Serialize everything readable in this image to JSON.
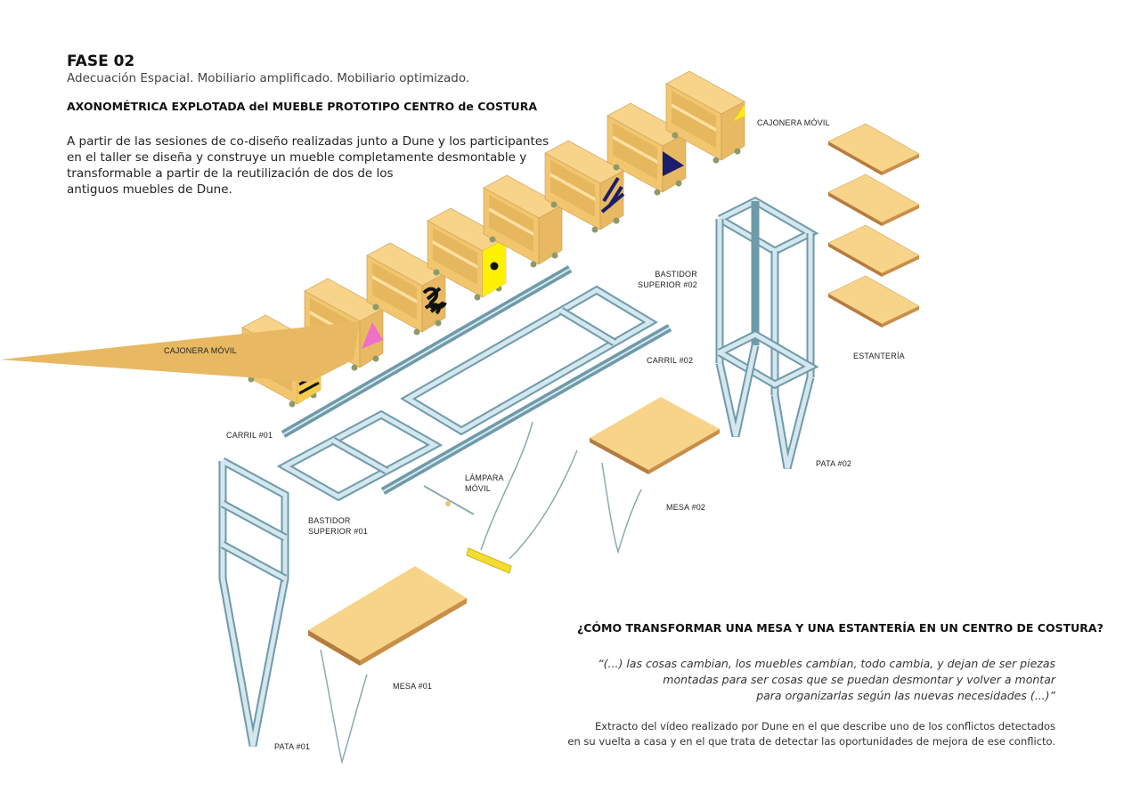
{
  "header": {
    "phase": "FASE 02",
    "subtitle": "Adecuación Espacial. Mobiliario amplificado. Mobiliario optimizado.",
    "heading": "AXONOMÉTRICA EXPLOTADA del MUEBLE PROTOTIPO CENTRO de COSTURA",
    "intro": [
      "A partir de las sesiones de co-diseño realizadas junto a Dune y los participantes",
      "en el taller se diseña y construye un mueble completamente desmontable y",
      "transformable a partir de la reutilización de dos de los",
      "antiguos muebles de Dune."
    ]
  },
  "labels": {
    "cajonera_top": "CAJONERA MÓVIL",
    "cajonera_left": "CAJONERA MÓVIL",
    "bastidor_02": [
      "BASTIDOR",
      "SUPERIOR #02"
    ],
    "carril_02": "CARRIL #02",
    "estanteria": "ESTANTERÍA",
    "carril_01": "CARRIL #01",
    "pata_02": "PATA #02",
    "lampara": [
      "LÁMPARA",
      "MÓVIL"
    ],
    "mesa_02": "MESA #02",
    "bastidor_01": [
      "BASTIDOR",
      "SUPERIOR #01"
    ],
    "mesa_01": "MESA #01",
    "pata_01": "PATA #01"
  },
  "bottom": {
    "question": "¿CÓMO TRANSFORMAR UNA MESA Y UNA ESTANTERÍA EN UN CENTRO DE COSTURA?",
    "quote": [
      "“(...) las cosas cambian, los muebles cambian, todo cambia, y dejan de ser piezas",
      "montadas para ser cosas que se puedan desmontar y volver a montar",
      "para organizarlas según las nuevas necesidades (...)”"
    ],
    "caption": [
      "Extracto del vídeo realizado por Dune en el que describe uno de los conflictos detectados",
      "en su vuelta a casa y en el que trata de detectar las oportunidades de mejora de ese conflicto."
    ]
  },
  "colors": {
    "wood_top": "#f7d489",
    "wood_front": "#f1c66f",
    "wood_side": "#e6b860",
    "wood_edge": "#b47c3e",
    "frame": "#6e9aa9",
    "frame_light": "#d4e7ee",
    "wheel": "#8c9a6a",
    "accent_yellow": "#fff200",
    "accent_pink": "#f06fc9",
    "accent_navy": "#1b1e6b"
  },
  "icons": {
    "cajonera_front_patterns": [
      "black-yellow-diagonal-stripes",
      "pink-triangle",
      "black-scribble",
      "yellow-black-dot",
      "plain-wood",
      "navy-stripes",
      "navy-triangle",
      "yellow-triangle"
    ]
  }
}
